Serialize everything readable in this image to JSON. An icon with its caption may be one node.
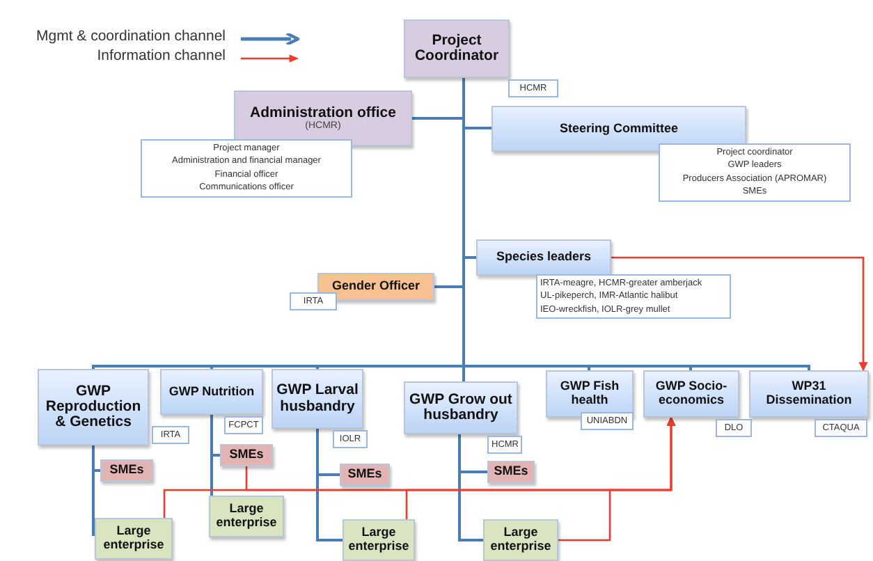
{
  "diagram": {
    "nodes": [
      {
        "text": [
          "Project Coordinator"
        ],
        "beside": [
          "HCMR"
        ]
      },
      {
        "text": [
          "Administration office",
          "(HCMR)"
        ],
        "beside": [
          "Project manager",
          "Administration and financial manager",
          "Financial officer",
          "Communications officer"
        ]
      },
      {
        "text": [
          "Steering Committee"
        ],
        "beside": [
          "Project coordinator",
          "GWP leaders",
          "Producers Association (APROMAR)",
          "SMEs"
        ]
      },
      {
        "text": [
          "Species leaders"
        ],
        "beside": [
          "IRTA-meagre, HCMR-greater amberjack",
          "UL-pikeperch, IMR-Atlantic halibut",
          "IEO-wreckfish, IOLR-grey mullet"
        ]
      },
      {
        "text": [
          "Gender Officer"
        ],
        "beside": [
          "IRTA"
        ]
      },
      {
        "text": [
          "GWP Reproduction & Genetics"
        ],
        "beside": [
          "IRTA"
        ]
      },
      {
        "text": [
          "GWP Nutrition"
        ],
        "beside": [
          "FCPCT"
        ]
      },
      {
        "text": [
          "GWP Larval husbandry"
        ],
        "beside": [
          "IOLR"
        ]
      },
      {
        "text": [
          "GWP Grow out husbandry"
        ],
        "beside": [
          "HCMR"
        ]
      },
      {
        "text": [
          "GWP Fish health"
        ],
        "beside": [
          "UNIABDN"
        ]
      },
      {
        "text": [
          "GWP Socio-economics"
        ],
        "beside": [
          "DLO"
        ]
      },
      {
        "text": [
          "WP31 Dissemination"
        ],
        "beside": [
          "CTAQUA"
        ]
      },
      {
        "text": [
          "SMEs"
        ]
      },
      {
        "text": [
          "Large enterprise"
        ]
      },
      {
        "text": [
          "SMEs"
        ]
      },
      {
        "text": [
          "Large enterprise"
        ]
      },
      {
        "text": [
          "SMEs"
        ]
      },
      {
        "text": [
          "Large enterprise"
        ]
      },
      {
        "text": [
          "SMEs"
        ]
      },
      {
        "text": [
          "Large enterprise"
        ]
      }
    ],
    "edges": [
      {
        "from": 0,
        "to": 1,
        "arrow": "none"
      },
      {
        "from": 0,
        "to": 2,
        "arrow": "none"
      },
      {
        "from": 0,
        "to": 3,
        "arrow": "none"
      },
      {
        "from": 0,
        "to": 4,
        "arrow": "none"
      },
      {
        "from": 0,
        "to": 5,
        "arrow": "none"
      },
      {
        "from": 0,
        "to": 6,
        "arrow": "none"
      },
      {
        "from": 0,
        "to": 7,
        "arrow": "none"
      },
      {
        "from": 0,
        "to": 8,
        "arrow": "none"
      },
      {
        "from": 0,
        "to": 9,
        "arrow": "none"
      },
      {
        "from": 0,
        "to": 10,
        "arrow": "none"
      },
      {
        "from": 0,
        "to": 11,
        "arrow": "none"
      },
      {
        "from": 5,
        "to": 12,
        "arrow": "none"
      },
      {
        "from": 5,
        "to": 13,
        "arrow": "none"
      },
      {
        "from": 6,
        "to": 14,
        "arrow": "none"
      },
      {
        "from": 6,
        "to": 15,
        "arrow": "none"
      },
      {
        "from": 7,
        "to": 16,
        "arrow": "none"
      },
      {
        "from": 7,
        "to": 17,
        "arrow": "none"
      },
      {
        "from": 8,
        "to": 18,
        "arrow": "none"
      },
      {
        "from": 8,
        "to": 19,
        "arrow": "none"
      },
      {
        "from": 3,
        "to": 11,
        "arrow": "to",
        "color": "#ee3b2e"
      },
      {
        "from": 13,
        "to": 10,
        "arrow": "to",
        "color": "#ee3b2e"
      },
      {
        "from": 14,
        "to": 10,
        "arrow": "to",
        "color": "#ee3b2e"
      },
      {
        "from": 17,
        "to": 10,
        "arrow": "to",
        "color": "#ee3b2e"
      },
      {
        "from": 19,
        "to": 10,
        "arrow": "to",
        "color": "#ee3b2e"
      }
    ],
    "legend": [
      {
        "text": "Mgmt & coordination channel"
      },
      {
        "text": "Information channel"
      }
    ]
  }
}
